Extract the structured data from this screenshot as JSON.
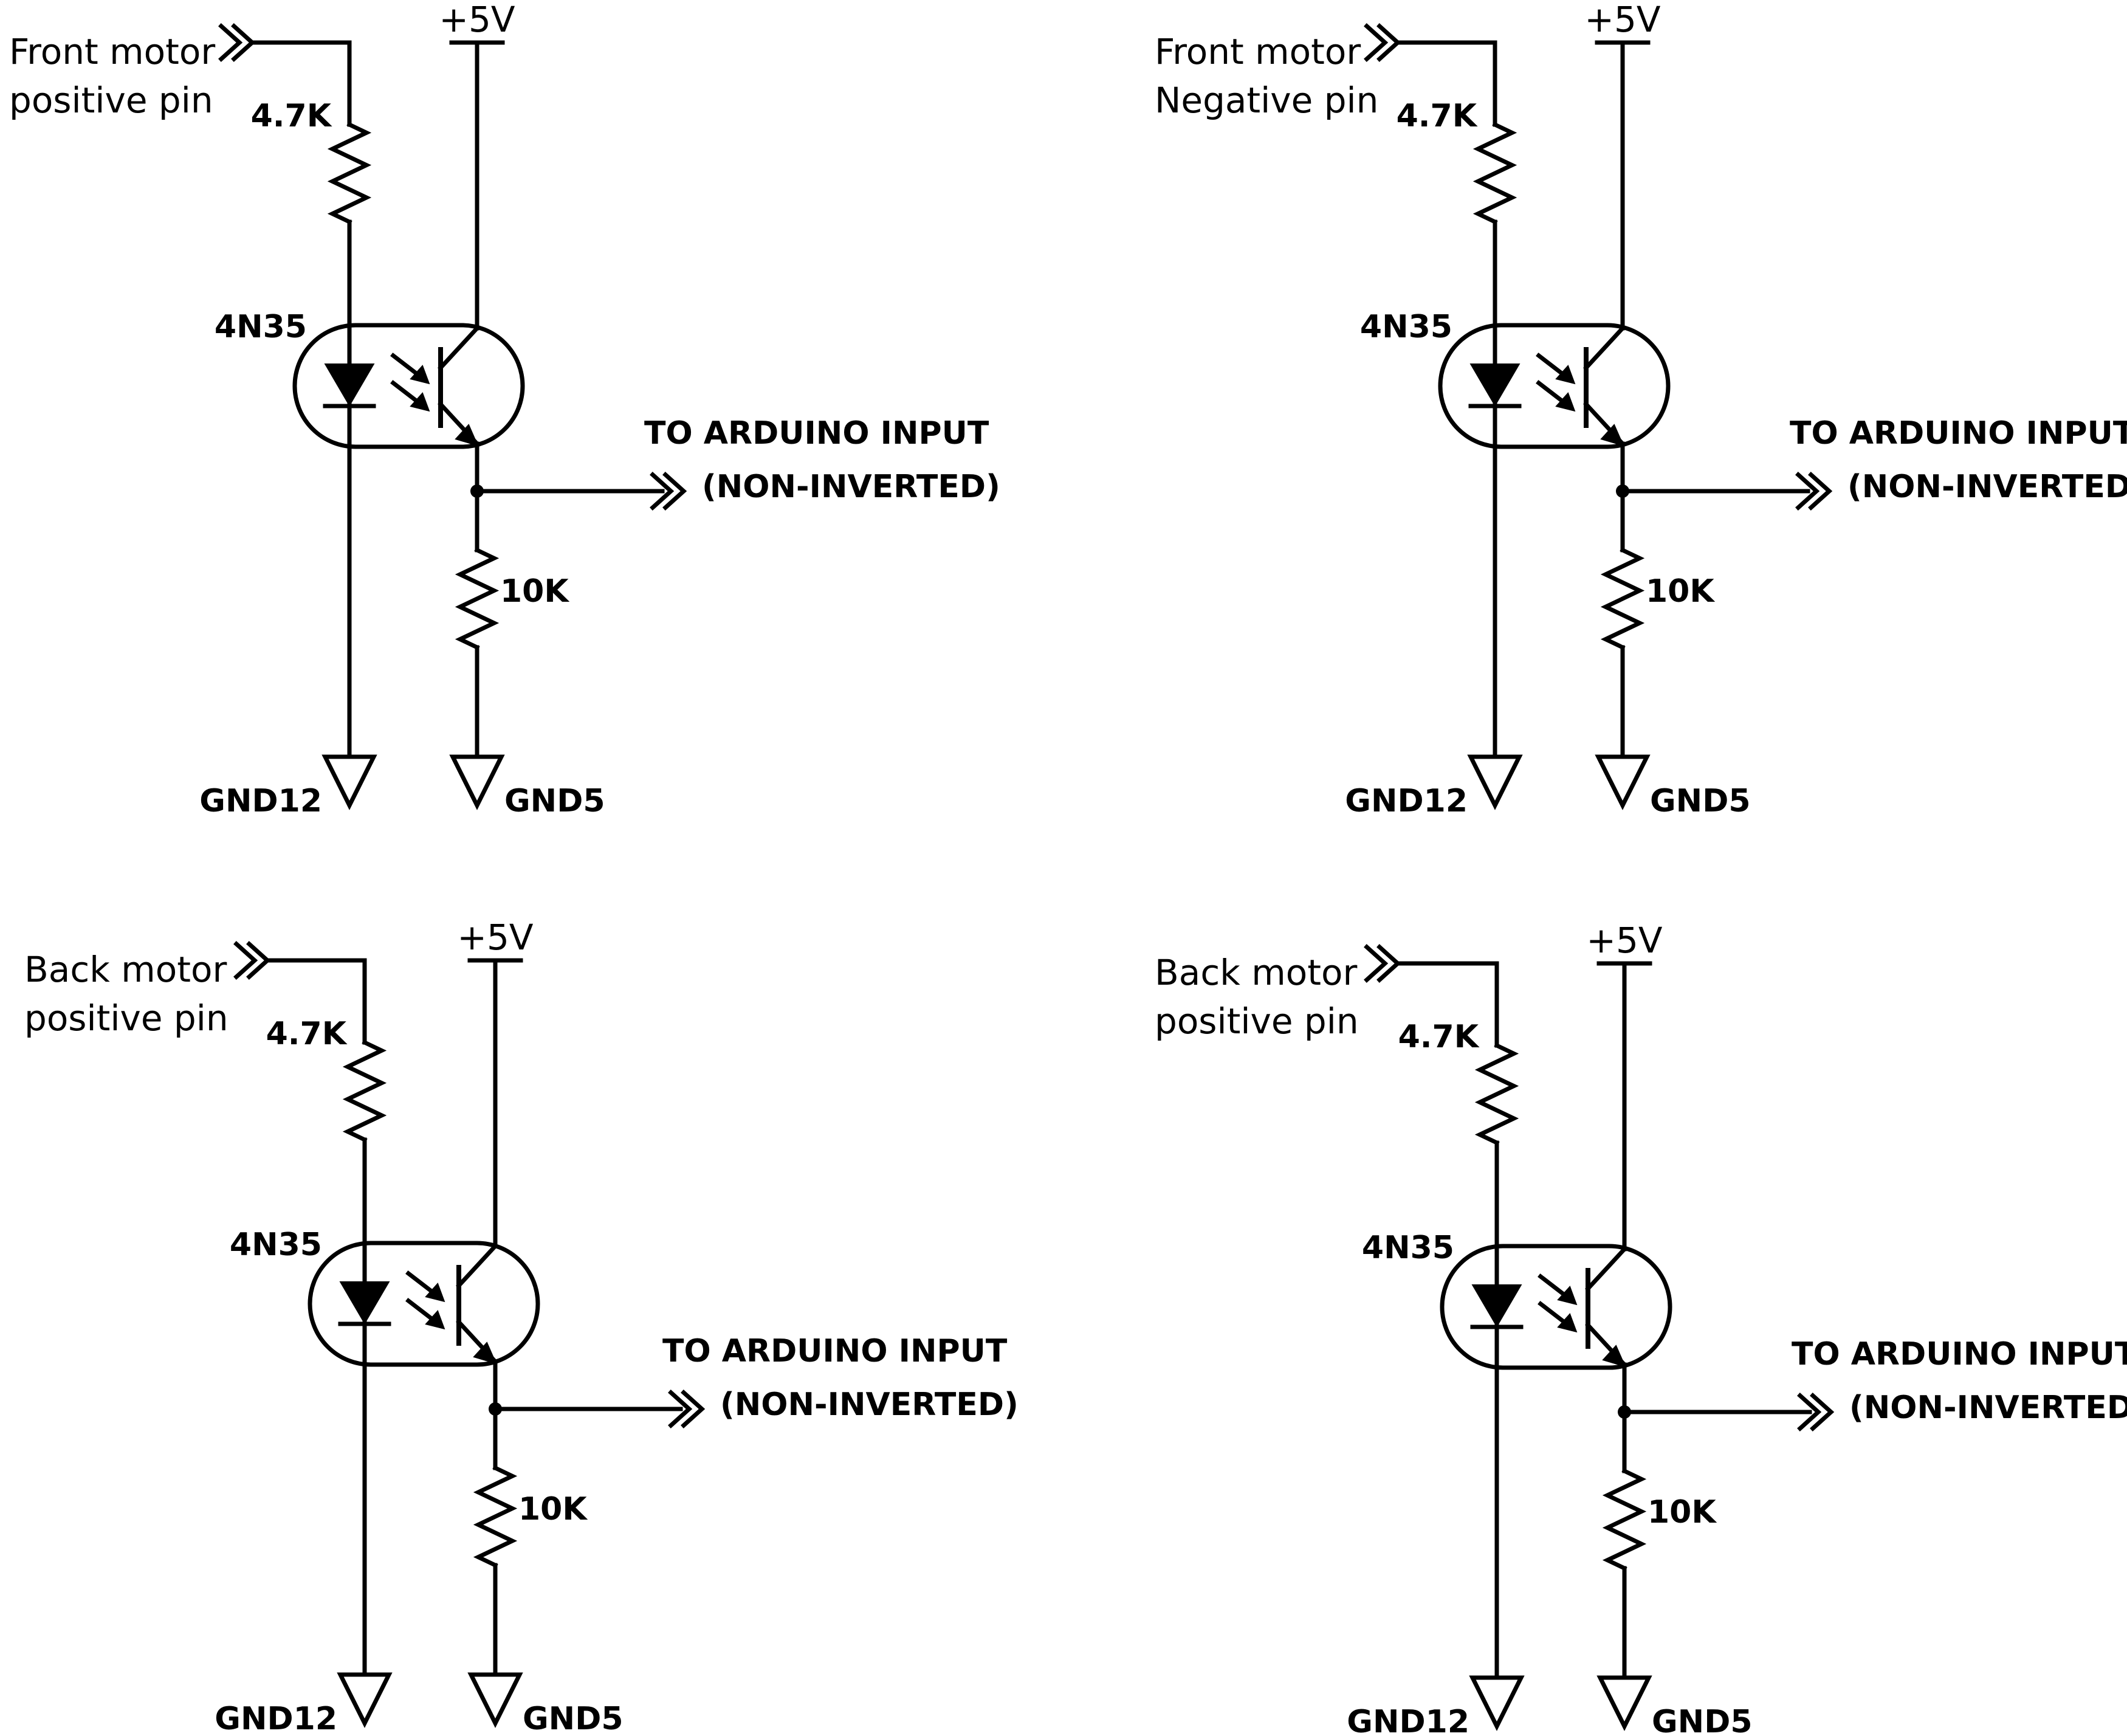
{
  "colors": {
    "ink": "#000000",
    "background": "#ffffff"
  },
  "circuits": [
    {
      "input_label_line1": "Front motor",
      "input_label_line2": "positive pin",
      "supply_label": "+5V",
      "input_resistor": "4.7K",
      "optocoupler": "4N35",
      "output_label_line1": "TO ARDUINO INPUT",
      "output_label_line2": "(NON-INVERTED)",
      "pulldown_resistor": "10K",
      "ground_left": "GND12",
      "ground_right": "GND5"
    },
    {
      "input_label_line1": "Front motor",
      "input_label_line2": "Negative pin",
      "supply_label": "+5V",
      "input_resistor": "4.7K",
      "optocoupler": "4N35",
      "output_label_line1": "TO ARDUINO INPUT",
      "output_label_line2": "(NON-INVERTED)",
      "pulldown_resistor": "10K",
      "ground_left": "GND12",
      "ground_right": "GND5"
    },
    {
      "input_label_line1": "Back motor",
      "input_label_line2": "positive pin",
      "supply_label": "+5V",
      "input_resistor": "4.7K",
      "optocoupler": "4N35",
      "output_label_line1": "TO ARDUINO INPUT",
      "output_label_line2": "(NON-INVERTED)",
      "pulldown_resistor": "10K",
      "ground_left": "GND12",
      "ground_right": "GND5"
    },
    {
      "input_label_line1": "Back motor",
      "input_label_line2": "positive pin",
      "supply_label": "+5V",
      "input_resistor": "4.7K",
      "optocoupler": "4N35",
      "output_label_line1": "TO ARDUINO INPUT",
      "output_label_line2": "(NON-INVERTED)",
      "pulldown_resistor": "10K",
      "ground_left": "GND12",
      "ground_right": "GND5"
    }
  ]
}
